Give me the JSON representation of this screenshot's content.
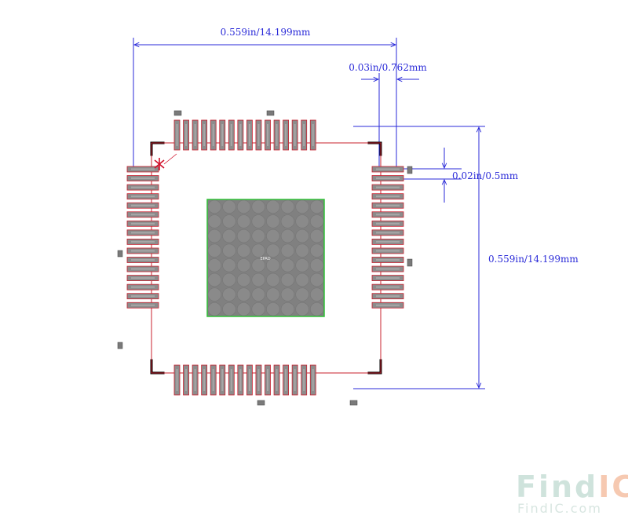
{
  "diagram": {
    "package_pins": 64,
    "pins_per_side": 16,
    "epad_label": "EPAD",
    "dimensions": {
      "overall_width": "0.559in/14.199mm",
      "overall_height": "0.559in/14.199mm",
      "pad_width": "0.03in/0.762mm",
      "pad_pitch": "0.02in/0.5mm"
    },
    "colors": {
      "dimension_line": "#2a2ad8",
      "pad_fill": "#8c8c8c",
      "pad_outline": "#c8202e",
      "epad_outline": "#2fc236",
      "silkscreen": "#000000",
      "pin1_marker": "#d0102a"
    }
  },
  "watermark": {
    "brand_part1": "Find",
    "brand_part2": "IC",
    "url": "FindIC.com"
  }
}
